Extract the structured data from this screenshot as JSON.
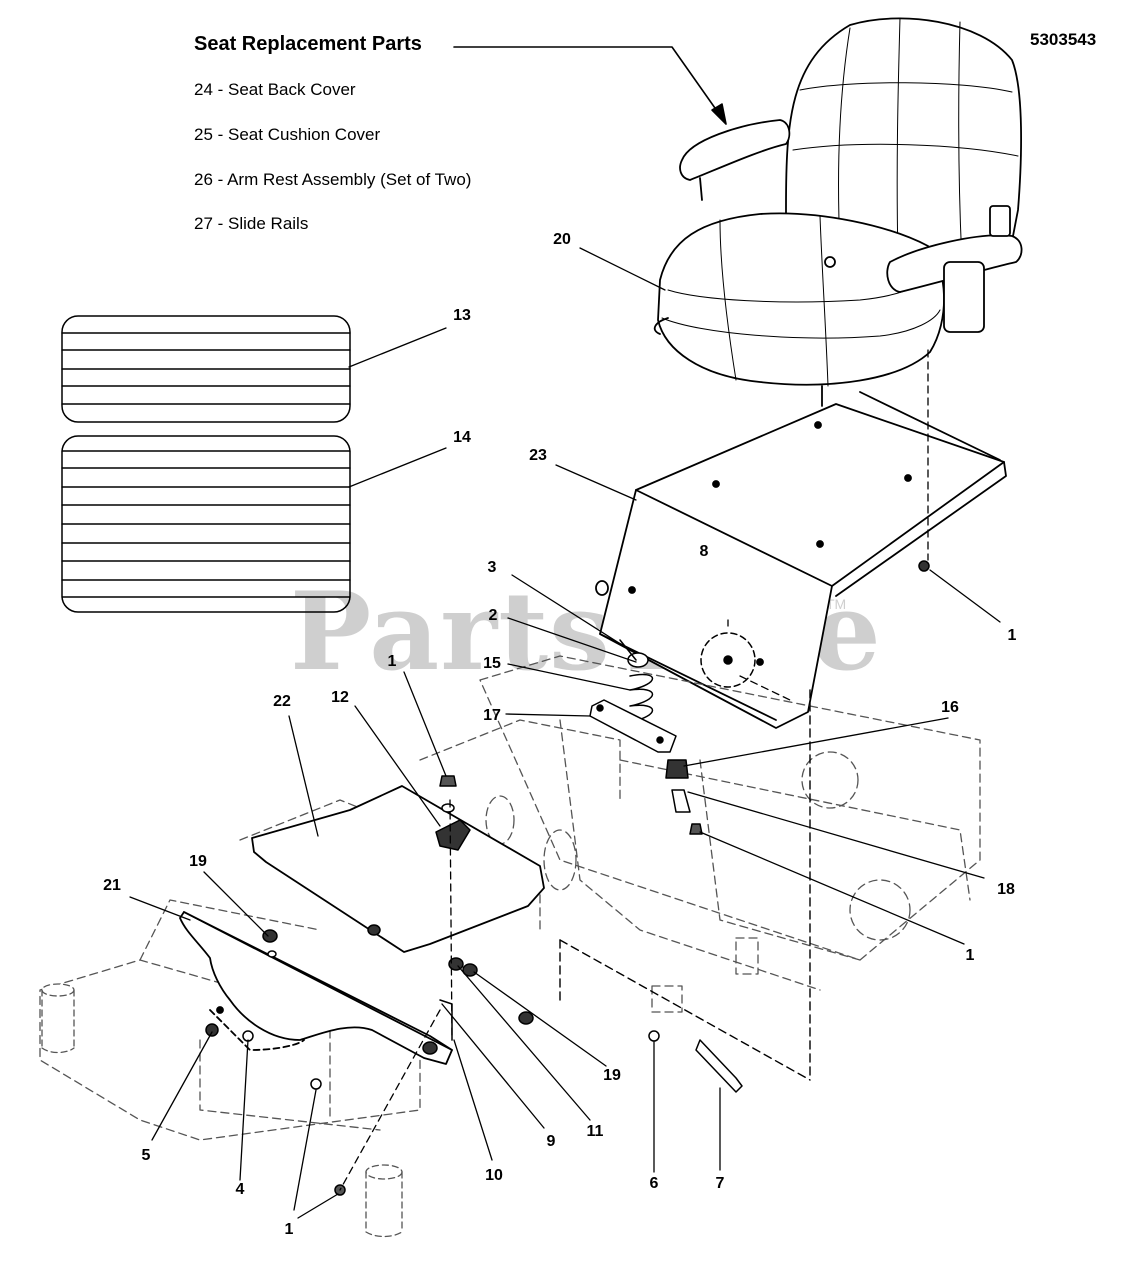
{
  "document_id": "5303543",
  "replacement_parts": {
    "title": "Seat Replacement Parts",
    "items": [
      "24 - Seat Back Cover",
      "25 - Seat Cushion Cover",
      "26 - Arm Rest Assembly (Set of Two)",
      "27 - Slide Rails"
    ]
  },
  "callouts": [
    "1",
    "1",
    "1",
    "1",
    "1",
    "2",
    "3",
    "4",
    "5",
    "6",
    "7",
    "8",
    "9",
    "10",
    "11",
    "12",
    "13",
    "14",
    "15",
    "16",
    "17",
    "18",
    "19",
    "19",
    "20",
    "21",
    "22",
    "23"
  ],
  "watermark": {
    "brand": "PartsTree",
    "trademark": "TM"
  }
}
